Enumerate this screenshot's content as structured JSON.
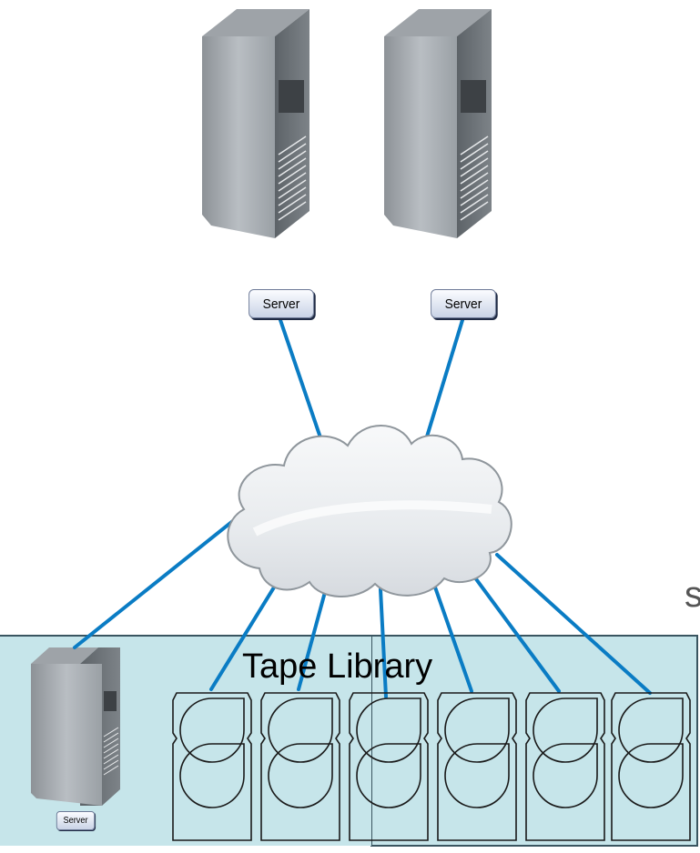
{
  "servers": [
    {
      "label": "Server"
    },
    {
      "label": "Server"
    },
    {
      "label": "Server"
    }
  ],
  "tape_library": {
    "title": "Tape Library",
    "drive_count": 6
  },
  "edge_text": "s",
  "colors": {
    "link": "#0a7cc4",
    "library_fill": "#c6e5ea",
    "library_border": "#3a5560",
    "cloud_fill": "#f2f4f6"
  },
  "icons": [
    "tower-server-icon",
    "cloud-network-icon",
    "tape-cartridge-icon"
  ]
}
